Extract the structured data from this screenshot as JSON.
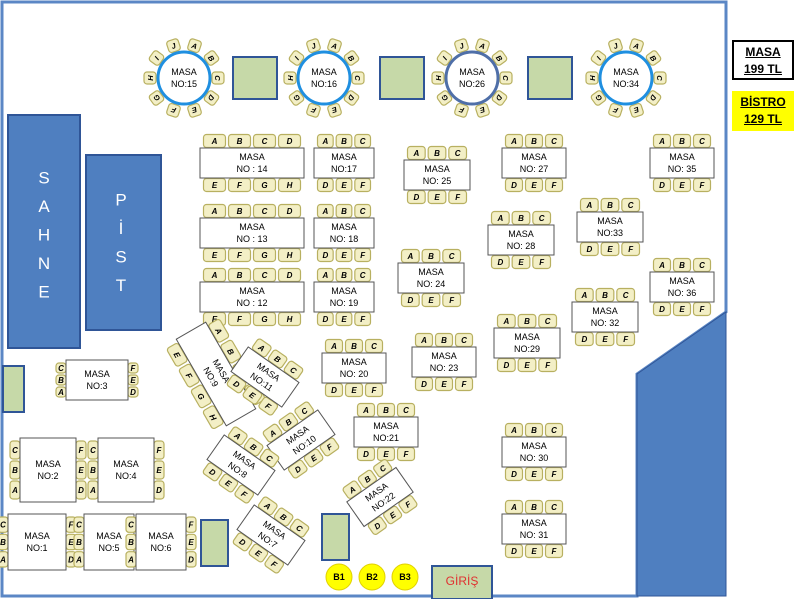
{
  "colors": {
    "wall": "#5b87c5",
    "stage": "#4f7fc0",
    "stage_border": "#2f5597",
    "seat_fill": "#f3efc6",
    "seat_border": "#b8b060",
    "table_fill": "#ffffff",
    "box_fill": "#c6d9a8",
    "box_border": "#2f5597",
    "ring_blue": "#1f8fe0",
    "ring_dark": "#4f6fa8",
    "bistro_yellow": "#ffff00",
    "entrance_text": "#e03030"
  },
  "legend": {
    "masa_line1": "MASA",
    "masa_line2": "199 TL",
    "bistro_line1": "BİSTRO",
    "bistro_line2": "129 TL"
  },
  "stage": {
    "sahne_letters": [
      "S",
      "A",
      "H",
      "N",
      "E"
    ],
    "pist_letters": [
      "P",
      "İ",
      "S",
      "T"
    ]
  },
  "entrance_label": "GİRİŞ",
  "bistro_tables": [
    "B1",
    "B2",
    "B3"
  ],
  "round_tables": [
    {
      "line1": "MASA",
      "line2": "NO:15",
      "ring": "blue"
    },
    {
      "line1": "MASA",
      "line2": "NO:16",
      "ring": "blue"
    },
    {
      "line1": "MASA",
      "line2": "NO:26",
      "ring": "dark"
    },
    {
      "line1": "MASA",
      "line2": "NO:34",
      "ring": "blue"
    }
  ],
  "round_seat_letters": [
    "A",
    "B",
    "C",
    "D",
    "E",
    "F",
    "G",
    "H",
    "I",
    "J"
  ],
  "tables": [
    {
      "line1": "MASA",
      "line2": "NO : 14",
      "top": [
        "A",
        "B",
        "C",
        "D"
      ],
      "bottom": [
        "E",
        "F",
        "G",
        "H"
      ]
    },
    {
      "line1": "MASA",
      "line2": "NO : 13",
      "top": [
        "A",
        "B",
        "C",
        "D"
      ],
      "bottom": [
        "E",
        "F",
        "G",
        "H"
      ]
    },
    {
      "line1": "MASA",
      "line2": "NO : 12",
      "top": [
        "A",
        "B",
        "C",
        "D"
      ],
      "bottom": [
        "E",
        "F",
        "G",
        "H"
      ]
    },
    {
      "line1": "MASA",
      "line2": "NO:17",
      "top": [
        "A",
        "B",
        "C"
      ],
      "bottom": [
        "D",
        "E",
        "F"
      ]
    },
    {
      "line1": "MASA",
      "line2": "NO: 18",
      "top": [
        "A",
        "B",
        "C"
      ],
      "bottom": [
        "D",
        "E",
        "F"
      ]
    },
    {
      "line1": "MASA",
      "line2": "NO: 19",
      "top": [
        "A",
        "B",
        "C"
      ],
      "bottom": [
        "D",
        "E",
        "F"
      ]
    },
    {
      "line1": "MASA",
      "line2": "NO: 25",
      "top": [
        "A",
        "B",
        "C"
      ],
      "bottom": [
        "D",
        "E",
        "F"
      ]
    },
    {
      "line1": "MASA",
      "line2": "NO: 24",
      "top": [
        "A",
        "B",
        "C"
      ],
      "bottom": [
        "D",
        "E",
        "F"
      ]
    },
    {
      "line1": "MASA",
      "line2": "NO: 27",
      "top": [
        "A",
        "B",
        "C"
      ],
      "bottom": [
        "D",
        "E",
        "F"
      ]
    },
    {
      "line1": "MASA",
      "line2": "NO: 28",
      "top": [
        "A",
        "B",
        "C"
      ],
      "bottom": [
        "D",
        "E",
        "F"
      ]
    },
    {
      "line1": "MASA",
      "line2": "NO:33",
      "top": [
        "A",
        "B",
        "C"
      ],
      "bottom": [
        "D",
        "E",
        "F"
      ]
    },
    {
      "line1": "MASA",
      "line2": "NO: 35",
      "top": [
        "A",
        "B",
        "C"
      ],
      "bottom": [
        "D",
        "E",
        "F"
      ]
    },
    {
      "line1": "MASA",
      "line2": "NO: 36",
      "top": [
        "A",
        "B",
        "C"
      ],
      "bottom": [
        "D",
        "E",
        "F"
      ]
    },
    {
      "line1": "MASA",
      "line2": "NO: 32",
      "top": [
        "A",
        "B",
        "C"
      ],
      "bottom": [
        "D",
        "E",
        "F"
      ]
    },
    {
      "line1": "MASA",
      "line2": "NO:29",
      "top": [
        "A",
        "B",
        "C"
      ],
      "bottom": [
        "D",
        "E",
        "F"
      ]
    },
    {
      "line1": "MASA",
      "line2": "NO: 20",
      "top": [
        "A",
        "B",
        "C"
      ],
      "bottom": [
        "D",
        "E",
        "F"
      ]
    },
    {
      "line1": "MASA",
      "line2": "NO: 23",
      "top": [
        "A",
        "B",
        "C"
      ],
      "bottom": [
        "D",
        "E",
        "F"
      ]
    },
    {
      "line1": "MASA",
      "line2": "NO:21",
      "top": [
        "A",
        "B",
        "C"
      ],
      "bottom": [
        "D",
        "E",
        "F"
      ]
    },
    {
      "line1": "MASA",
      "line2": "NO: 30",
      "top": [
        "A",
        "B",
        "C"
      ],
      "bottom": [
        "D",
        "E",
        "F"
      ]
    },
    {
      "line1": "MASA",
      "line2": "NO: 31",
      "top": [
        "A",
        "B",
        "C"
      ],
      "bottom": [
        "D",
        "E",
        "F"
      ]
    },
    {
      "line1": "MASA",
      "line2": "NO:3",
      "top": [
        "C",
        "B",
        "A"
      ],
      "bottom": [
        "F",
        "E",
        "D"
      ]
    },
    {
      "line1": "MASA",
      "line2": "NO:2",
      "top": [
        "C",
        "B",
        "A"
      ],
      "bottom": [
        "F",
        "E",
        "D"
      ]
    },
    {
      "line1": "MASA",
      "line2": "NO:4",
      "top": [
        "C",
        "B",
        "A"
      ],
      "bottom": [
        "F",
        "E",
        "D"
      ]
    },
    {
      "line1": "MASA",
      "line2": "NO:1",
      "top": [
        "C",
        "B",
        "A"
      ],
      "bottom": [
        "F",
        "E",
        "D"
      ]
    },
    {
      "line1": "MASA",
      "line2": "NO:5",
      "top": [
        "C",
        "B",
        "A"
      ],
      "bottom": [
        "F",
        "E",
        "D"
      ]
    },
    {
      "line1": "MASA",
      "line2": "NO:6",
      "top": [
        "C",
        "B",
        "A"
      ],
      "bottom": [
        "F",
        "E",
        "D"
      ]
    },
    {
      "line1": "MASA",
      "line2": "NO:9",
      "top": [
        "A",
        "B",
        "C",
        "D"
      ],
      "bottom": [
        "E",
        "F",
        "G",
        "H"
      ]
    },
    {
      "line1": "MASA",
      "line2": "NO:11",
      "top": [
        "A",
        "B",
        "C"
      ],
      "bottom": [
        "D",
        "E",
        "F"
      ]
    },
    {
      "line1": "MASA",
      "line2": "NO:10",
      "top": [
        "A",
        "B",
        "C"
      ],
      "bottom": [
        "D",
        "E",
        "F"
      ]
    },
    {
      "line1": "MASA",
      "line2": "NO:8",
      "top": [
        "A",
        "B",
        "C"
      ],
      "bottom": [
        "D",
        "E",
        "F"
      ]
    },
    {
      "line1": "MASA",
      "line2": "NO:22",
      "top": [
        "A",
        "B",
        "C"
      ],
      "bottom": [
        "D",
        "E",
        "F"
      ]
    },
    {
      "line1": "MASA",
      "line2": "NO:7",
      "top": [
        "A",
        "B",
        "C"
      ],
      "bottom": [
        "D",
        "E",
        "F"
      ]
    }
  ]
}
